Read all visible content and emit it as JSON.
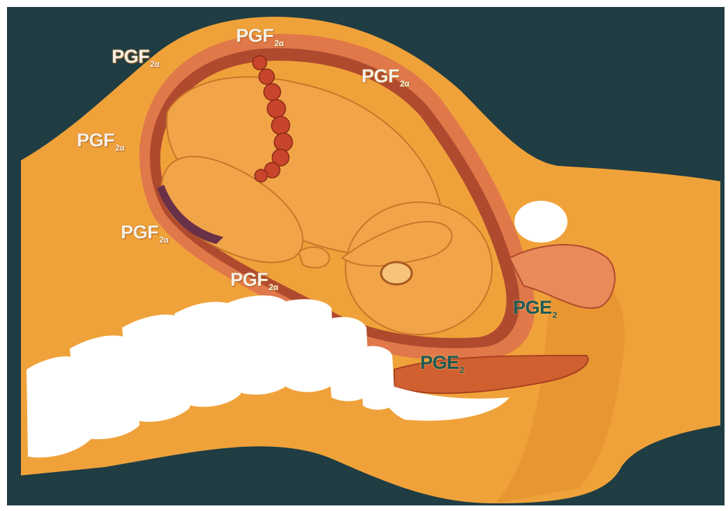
{
  "labels": {
    "pgf_top": {
      "main": "PGF",
      "sub": "2α"
    },
    "pgf_upper_left": {
      "main": "PGF",
      "sub": "2α"
    },
    "pgf_upper_right": {
      "main": "PGF",
      "sub": "2α"
    },
    "pgf_left": {
      "main": "PGF",
      "sub": "2α"
    },
    "pgf_lower_left": {
      "main": "PGF",
      "sub": "2α"
    },
    "pgf_bottom": {
      "main": "PGF",
      "sub": "2α"
    },
    "pge_right": {
      "main": "PGE",
      "sub": "2"
    },
    "pge_bottom": {
      "main": "PGE",
      "sub": "2"
    }
  },
  "colors": {
    "background": "#1f3d43",
    "body": "#f0a23a",
    "uterine_wall": "#e0784a",
    "uterine_inner": "#b04a2e",
    "fetus": "#f2a448",
    "placenta": "#c8442a",
    "bone": "#ffffff",
    "label_light": "#f5f0e6",
    "label_dark": "#1c5a55"
  }
}
